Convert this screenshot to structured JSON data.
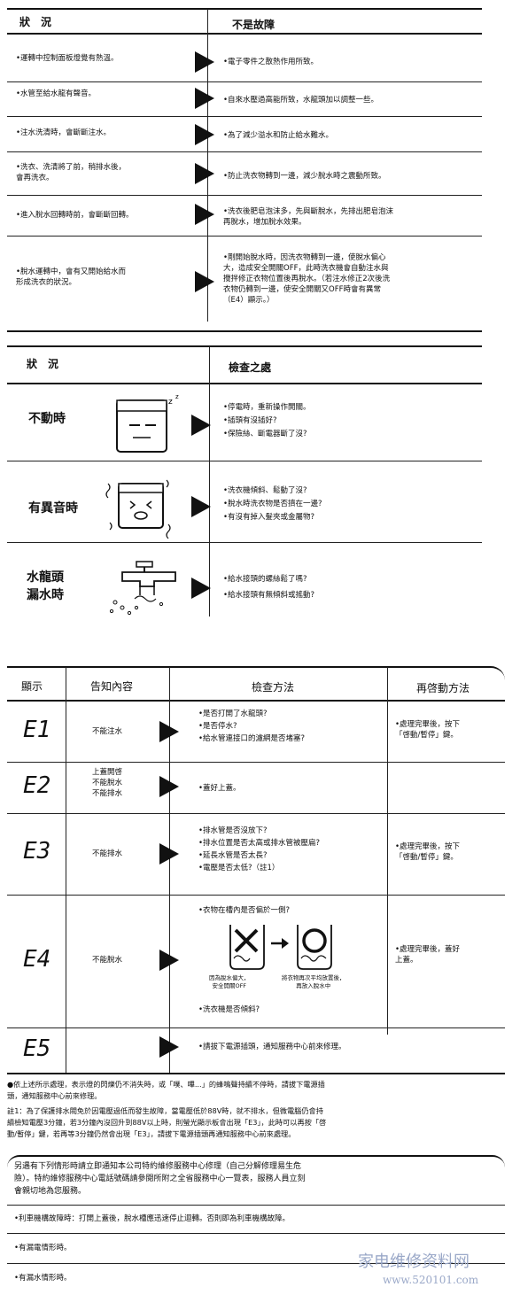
{
  "section1": {
    "header_status": "狀　況",
    "header_result": "不是故障",
    "rows": [
      {
        "status": "•運轉中控制面板燈覺有熱溫。",
        "reason": "•電子零件之散熱作用所致。"
      },
      {
        "status": "•水管至給水龍有聲音。",
        "reason": "•自來水壓過高能所致，水龍頭加以調整一些。"
      },
      {
        "status": "•注水洗清時，會斷斷注水。",
        "reason": "•為了減少溢水和防止給水難水。"
      },
      {
        "status": "•洗衣、洗清將了前，稍排水後，\n會再洗衣。",
        "reason": "•防止洗衣物轉到一邊，減少脫水時之震動所致。"
      },
      {
        "status": "•進入脫水回轉時前，會斷斷回轉。",
        "reason": "•洗衣後肥皂泡沫多，先與斷脫水，先排出肥皂泡沫\n再脫水，增加脫水效果。"
      },
      {
        "status": "•脫水運轉中，會有又開始給水而\n形成洗衣的狀況。",
        "reason": "•剛開始脫水時，因洗衣物轉到一邊，使脫水偏心\n大，造成安全開關OFF，此時洗衣機會自動注水與\n攪拌修正衣物位置後再脫水。（若注水修正2次後洗\n衣物仍轉到一邊，使安全開關又OFF時會有異常\n（E4）顯示。）"
      }
    ]
  },
  "section2": {
    "header_status": "狀　況",
    "header_check": "檢查之處",
    "rows": [
      {
        "status": "不動時",
        "icon": "sleeping-machine-icon",
        "checks": [
          "•停電時，重新操作開關。",
          "•插頭有沒插好?",
          "•保險絲、斷電器斷了沒?"
        ]
      },
      {
        "status": "有異音時",
        "icon": "noisy-machine-icon",
        "checks": [
          "•洗衣機傾斜、鬆動了沒?",
          "•脫水時洗衣物是否擠在一邊?",
          "•有沒有掉入髮夾或金屬物?"
        ]
      },
      {
        "status": "水龍頭\n漏水時",
        "icon": "leaking-faucet-icon",
        "checks": [
          "•給水接頭的螺絲鬆了嗎?",
          "•給水接頭有無傾斜或搖動?"
        ]
      }
    ]
  },
  "section3": {
    "headers": [
      "顯示",
      "告知內容",
      "檢查方法",
      "再啓動方法"
    ],
    "rows": [
      {
        "code": "E1",
        "content": "不能注水",
        "checks": [
          "•是否打開了水龍頭?",
          "•是否停水?",
          "•給水管連接口的濾網是否堵塞?"
        ],
        "restart": "•處理完畢後，按下\n「啓動/暫停」鍵。"
      },
      {
        "code": "E2",
        "content": "上蓋開啓\n不能脫水\n不能排水",
        "checks": [
          "•蓋好上蓋。"
        ],
        "restart": ""
      },
      {
        "code": "E3",
        "content": "不能排水",
        "checks": [
          "•排水管是否沒放下?",
          "•排水位置是否太高或排水管被壓扁?",
          "•延長水管是否太長?",
          "•電壓是否太低?（註1）"
        ],
        "restart": "•處理完畢後，按下\n「啓動/暫停」鍵。"
      },
      {
        "code": "E4",
        "content": "不能脫水",
        "checks": [
          "•衣物在槽內是否偏於一側?",
          "•洗衣機是否傾斜?"
        ],
        "restart": "•處理完畢後，蓋好\n上蓋。",
        "fig_bad": "因為脫水偏大，\n安全開關OFF",
        "fig_good": "將衣物再次平均放置後，\n再放入脫水中"
      },
      {
        "code": "E5",
        "content": "",
        "checks": [
          "•請拔下電源插頭，通知服務中心前來修理。"
        ],
        "restart": ""
      }
    ]
  },
  "notes": {
    "note_a": "●依上述所示處理，表示燈的閃爍仍不消失時，或「噗、嗶...」的蜂鳴聲持續不停時，請拔下電源插\n頭，通知服務中心前來修理。",
    "note_b": "註1：為了保護排水閥免於因電壓過低而發生故障，當電壓低於88V時，就不排水，但微電腦仍會持\n續檢知電壓3分鐘，若3分鐘內沒回升到88V以上時，則螢光顯示板會出現「E3」，此時可以再按「啓\n動/暫停」鍵，若再等3分鐘仍然會出現「E3」，請拔下電源插頭再通知服務中心前來處理。"
  },
  "section4": {
    "intro": "另遇有下列情形時請立即通知本公司特約維修服務中心修理（自己分解修理易生危\n險）。特約維修服務中心電話號碼請參閱所附之全省服務中心一覽表，服務人員立刻\n會親切地為您服務。",
    "items": [
      "•利車機構故障時：打開上蓋後，脫水槽應迅速停止迴轉。否則即為利車機構故障。",
      "•有漏電情形時。",
      "•有漏水情形時。"
    ]
  },
  "watermark": {
    "line1": "家电维修资料网",
    "line2": "www.520101.com"
  }
}
